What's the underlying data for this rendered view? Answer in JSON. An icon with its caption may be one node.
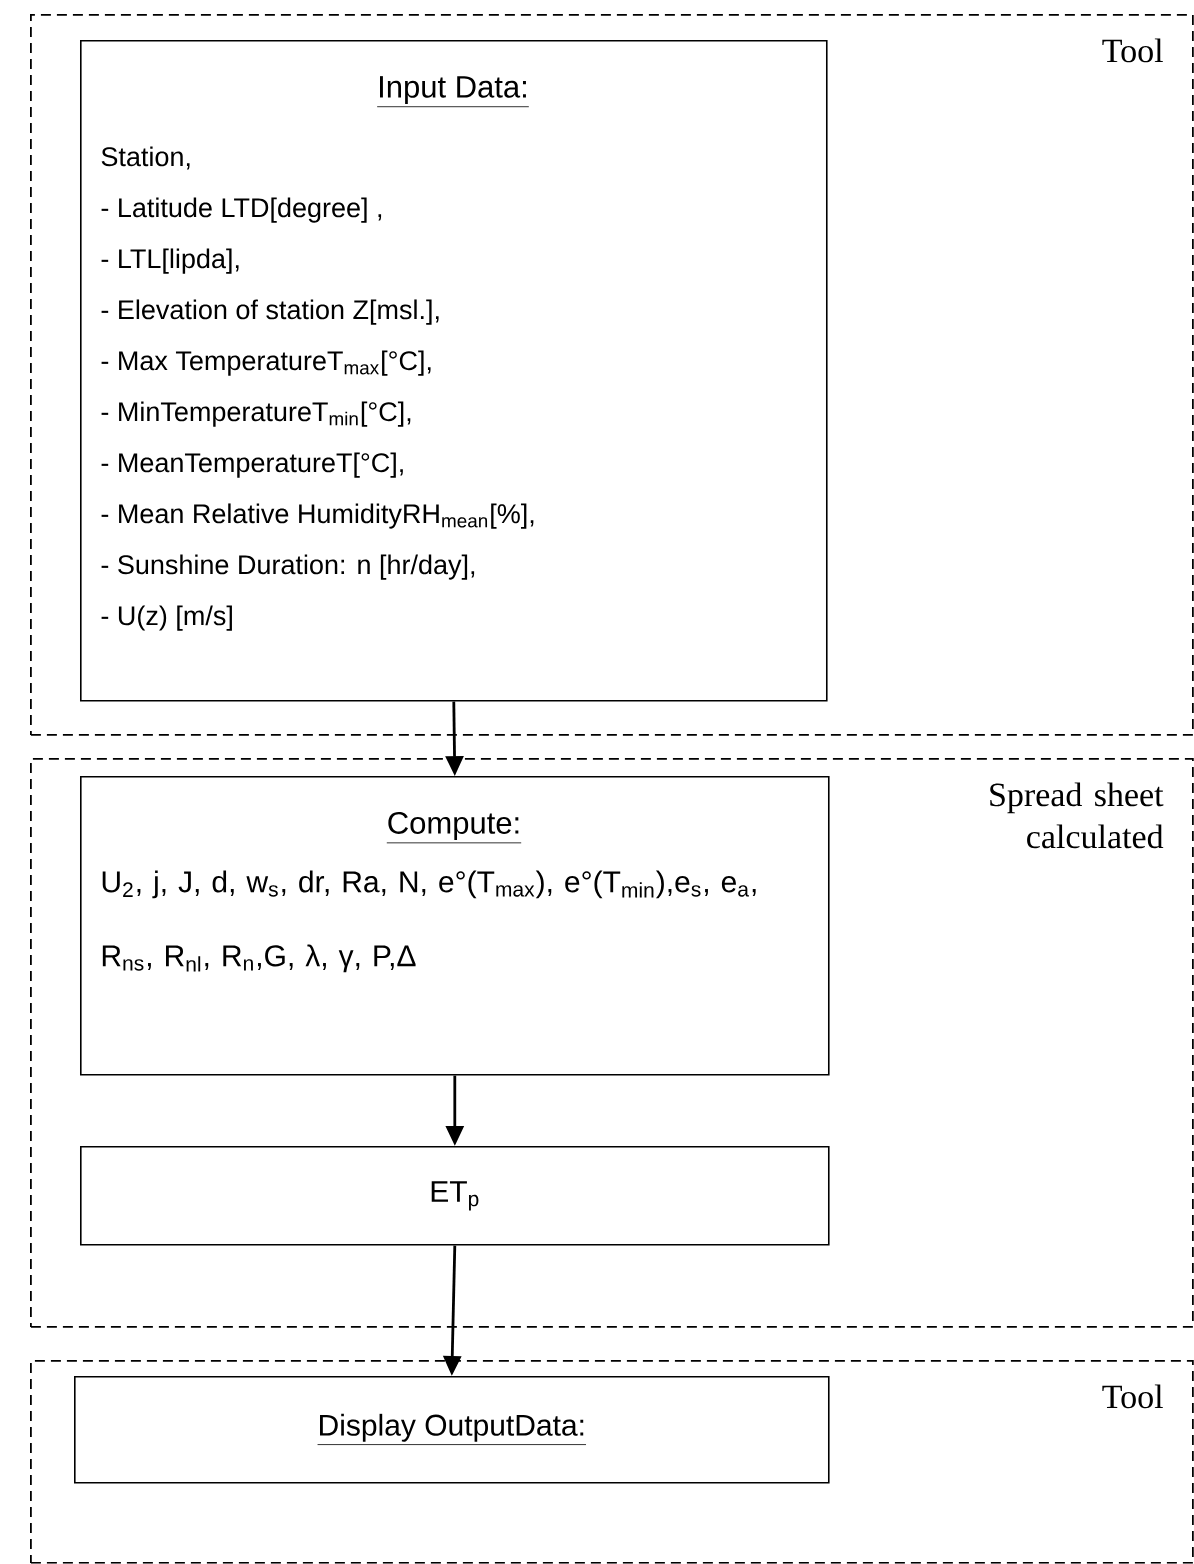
{
  "diagram": {
    "nodes": [
      {
        "text": [
          "Tool"
        ]
      },
      {
        "text": [
          "Input Data:",
          "Station,",
          "- Latitude LTD[degree] ,",
          "- LTL[lipda],",
          "- Elevation of station Z[msl.],",
          "- Max TemperatureT$_{max}$[°C],",
          "- MinTemperatureT$_{min}$[°C],",
          "- MeanTemperatureT[°C],",
          "- Mean Relative HumidityRH$_{mean}$[%],",
          "- Sunshine Duration: n [hr/day],",
          "- U(z) [m/s]"
        ],
        "in": 0
      },
      {
        "text": [
          "Spread sheet calculated"
        ]
      },
      {
        "text": [
          "Compute:",
          "U$_{2}$, j, J, d, w$_{s}$, dr, Ra, N, e°(T$_{max}$), e°(T$_{min}$),e$_{s}$, e$_{a}$, R$_{ns}$, R$_{nl}$, R$_{n}$,G, λ, γ, P,Δ"
        ],
        "in": 2
      },
      {
        "text": [
          "ET$_{p}$"
        ],
        "in": 2
      },
      {
        "text": [
          "Tool"
        ]
      },
      {
        "text": [
          "Display OutputData:"
        ],
        "in": 5
      }
    ],
    "edges": [
      {
        "from": 1,
        "to": 3,
        "arrow": "to"
      },
      {
        "from": 3,
        "to": 4,
        "arrow": "to"
      },
      {
        "from": 4,
        "to": 6,
        "arrow": "to"
      }
    ]
  }
}
